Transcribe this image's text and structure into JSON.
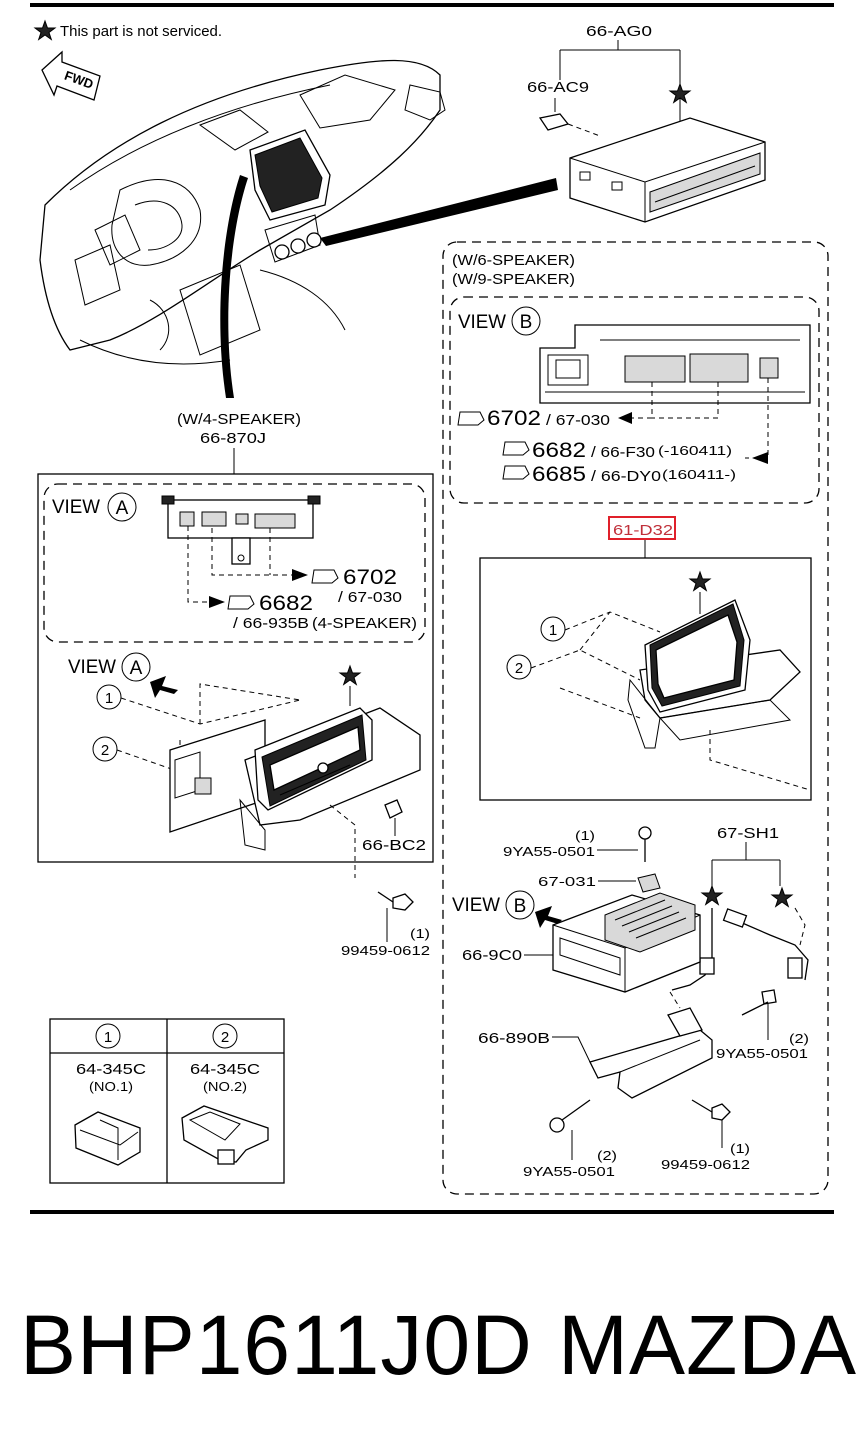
{
  "legend": {
    "star_note": "This part is not serviced."
  },
  "fwd": "FWD",
  "top_part": {
    "code": "66-AG0",
    "sub": "66-AC9"
  },
  "view_label": "VIEW",
  "left_section": {
    "speaker": "(W/4-SPEAKER)",
    "code": "66-870J",
    "view_letter": "A",
    "conn_1": "6702",
    "conn_1_part": "/ 67-030",
    "conn_2": "6682",
    "conn_2_part": "/ 66-935B",
    "conn_2_note": "(4-SPEAKER)",
    "clip_1": "1",
    "clip_2": "2",
    "knob": "66-BC2",
    "bolt_qty": "(1)",
    "bolt": "99459-0612"
  },
  "right_section": {
    "speaker_1": "(W/6-SPEAKER)",
    "speaker_2": "(W/9-SPEAKER)",
    "view_letter": "B",
    "conn_1": "6702",
    "conn_1_part": "/ 67-030",
    "conn_2": "6682",
    "conn_2_part": "/ 66-F30",
    "conn_2_note": "(-160411)",
    "conn_3": "6685",
    "conn_3_part": "/ 66-DY0",
    "conn_3_note": "(160411-)",
    "display": "61-D32",
    "clip_1": "1",
    "clip_2": "2",
    "screw_top_qty": "(1)",
    "screw_top": "9YA55-0501",
    "bracket_small": "67-031",
    "harness": "67-SH1",
    "amp": "66-9C0",
    "screw_right_qty": "(2)",
    "screw_right": "9YA55-0501",
    "bracket": "66-890B",
    "screw_bottom_qty": "(2)",
    "screw_bottom": "9YA55-0501",
    "bolt_qty": "(1)",
    "bolt": "99459-0612"
  },
  "clip_table": {
    "col1_no": "1",
    "col1_part": "64-345C",
    "col1_note": "(NO.1)",
    "col2_no": "2",
    "col2_part": "64-345C",
    "col2_note": "(NO.2)"
  },
  "footer": {
    "part_number": "BHP1611J0D",
    "brand": "MAZDA"
  },
  "colors": {
    "highlight_box": "#e0202a",
    "line": "#000000",
    "background": "#ffffff"
  }
}
